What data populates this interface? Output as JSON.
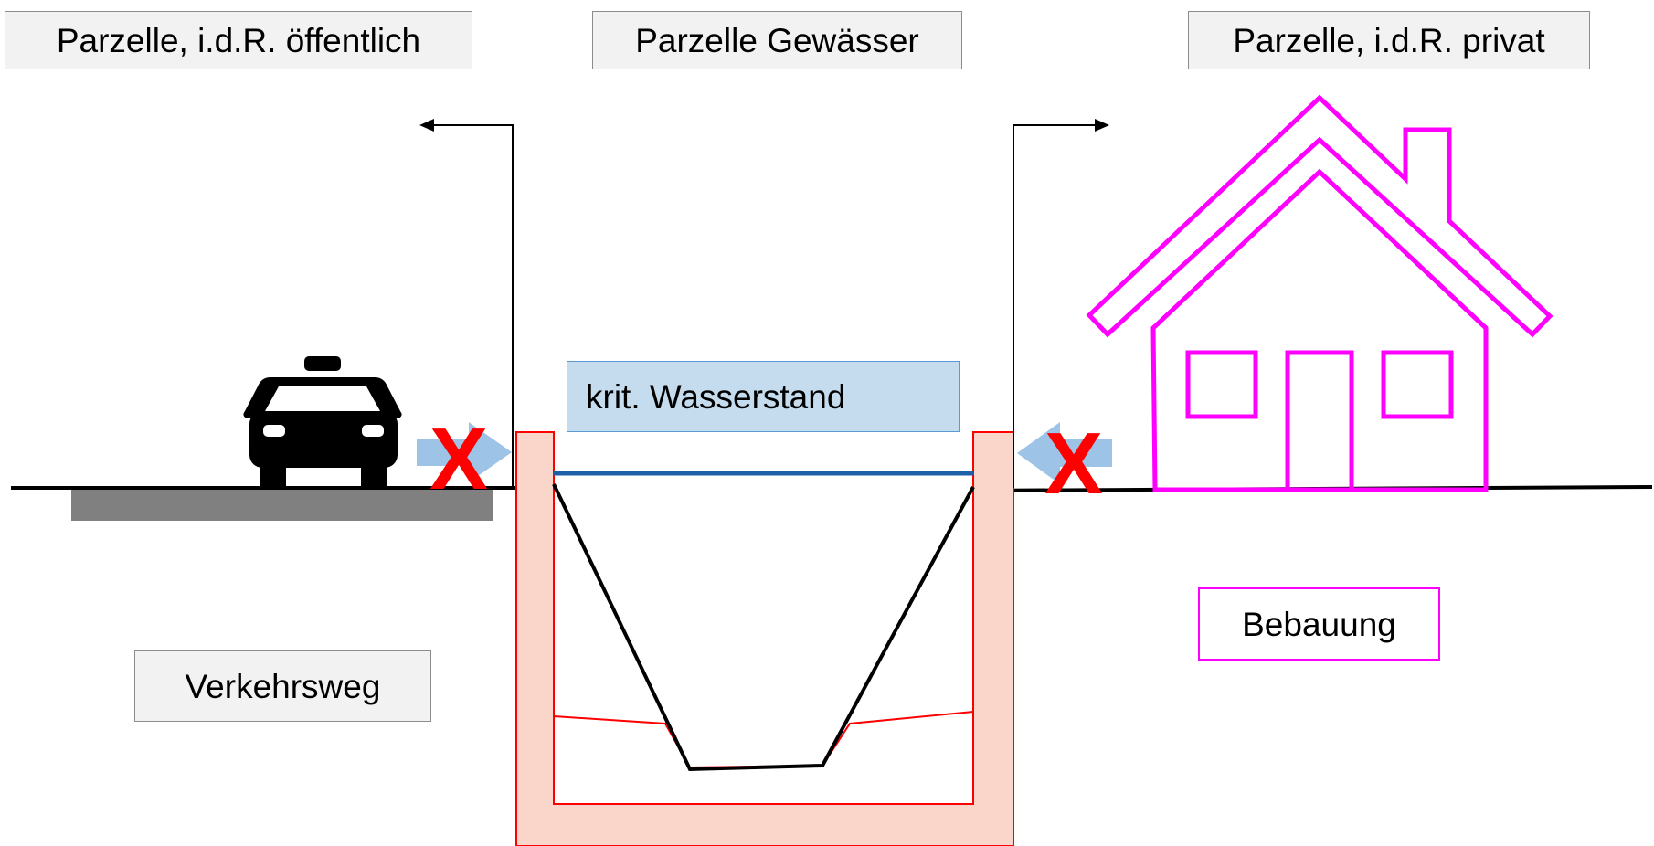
{
  "labels": {
    "parcel_public": "Parzelle, i.d.R. öffentlich",
    "parcel_water": "Parzelle Gewässer",
    "parcel_private": "Parzelle, i.d.R. privat",
    "critical_water_level": "krit. Wasserstand",
    "traffic_route": "Verkehrsweg",
    "buildings": "Bebauung"
  },
  "marks": {
    "blocked_left": "X",
    "blocked_right": "X"
  },
  "colors": {
    "channel_fill": "#f9d6c9",
    "channel_outline": "#ff0000",
    "water_line": "#1f5fa8",
    "house": "#ff00ff",
    "road": "#808080",
    "arrow": "#9dc3e6",
    "cross": "#ff0000"
  },
  "icons": {
    "car": "car-icon",
    "house": "house-icon"
  }
}
